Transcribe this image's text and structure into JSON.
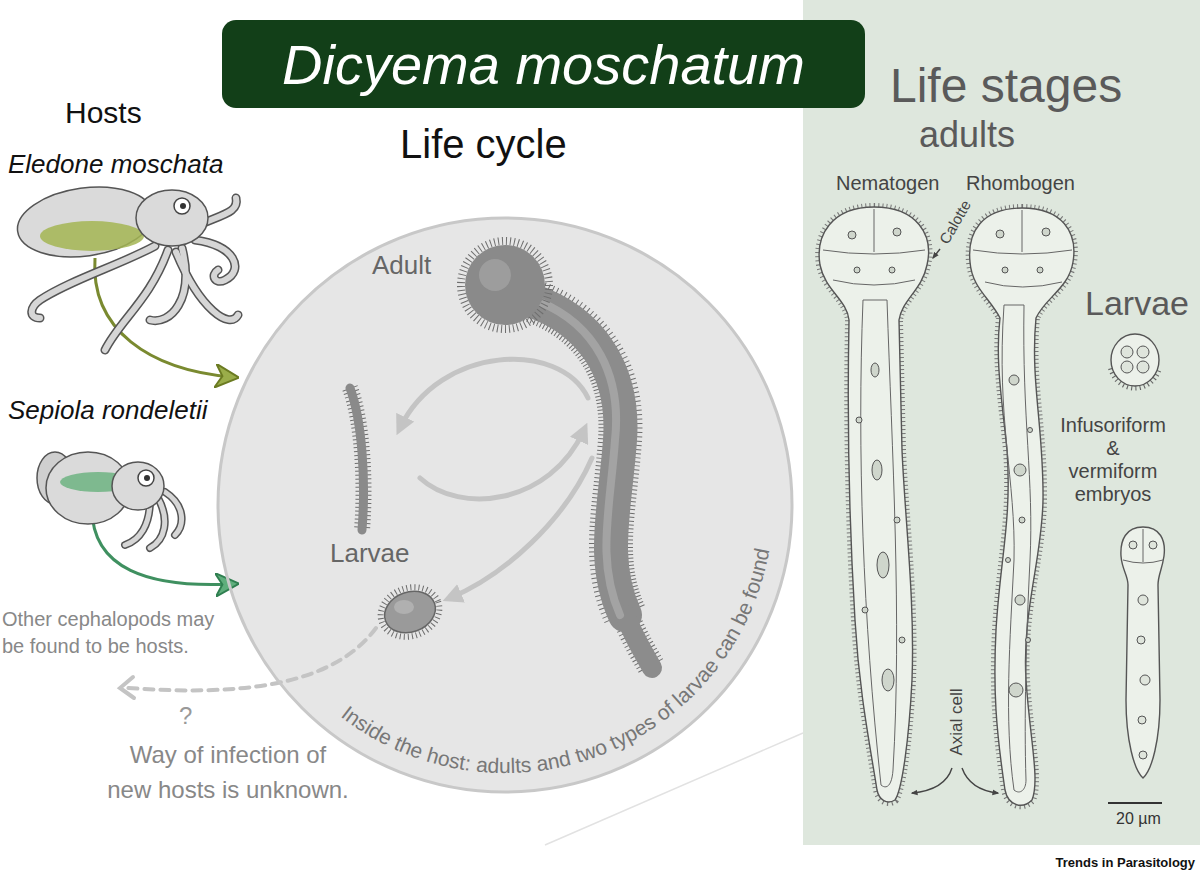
{
  "diagram": {
    "title": "Dicyema moschatum",
    "nodes": [
      {
        "text": [
          "Life cycle",
          "Adult",
          "Larvae",
          "Inside the host: adults and two types of larvae can be found"
        ]
      },
      {
        "text": [
          "Life stages",
          "adults",
          "Nematogen",
          "Rhombogen",
          "Calotte",
          "Larvae",
          "Infusoriform & vermiform embryos",
          "Axial cell",
          "20 µm"
        ]
      }
    ],
    "labels": [
      "Hosts",
      "Eledone moschata",
      "Sepiola rondeletii",
      "Other cephalopods may be found to be hosts.",
      "?",
      "Way of infection of new hosts is unknown.",
      "Trends in Parasitology"
    ]
  }
}
